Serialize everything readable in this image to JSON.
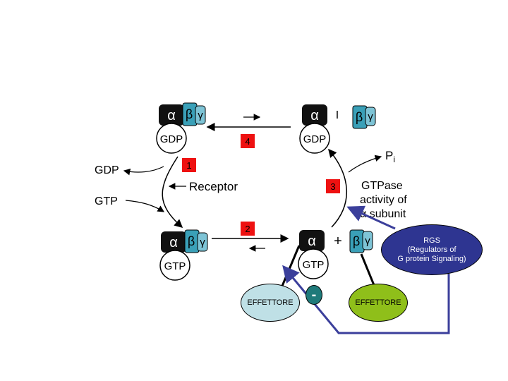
{
  "labels": {
    "alpha": "α",
    "beta": "β",
    "gamma": "γ",
    "gdp": "GDP",
    "gtp": "GTP",
    "gdp_out": "GDP",
    "gtp_in": "GTP",
    "receptor": "Receptor",
    "pi": "P",
    "pi_sub": "i",
    "gtpase_line1": "GTPase",
    "gtpase_line2": "activity of",
    "gtpase_line3": "α subunit",
    "plus": "+",
    "bar": "I"
  },
  "steps": [
    "1",
    "2",
    "3",
    "4"
  ],
  "effector_left": "EFFETTORE",
  "effector_right": "EFFETTORE",
  "minus": "-",
  "rgs": {
    "line1": "RGS",
    "line2": "(Regulators of",
    "line3": "G protein Signaling)"
  },
  "colors": {
    "alpha": "#111111",
    "beta": "#3aa0b8",
    "gamma": "#7ec4d6",
    "rgs": "#2e3591",
    "effector_left": "#bfe0e6",
    "effector_right": "#8fbf1a",
    "step_box": "#ee1111",
    "rgs_line": "#3b3f9b"
  }
}
